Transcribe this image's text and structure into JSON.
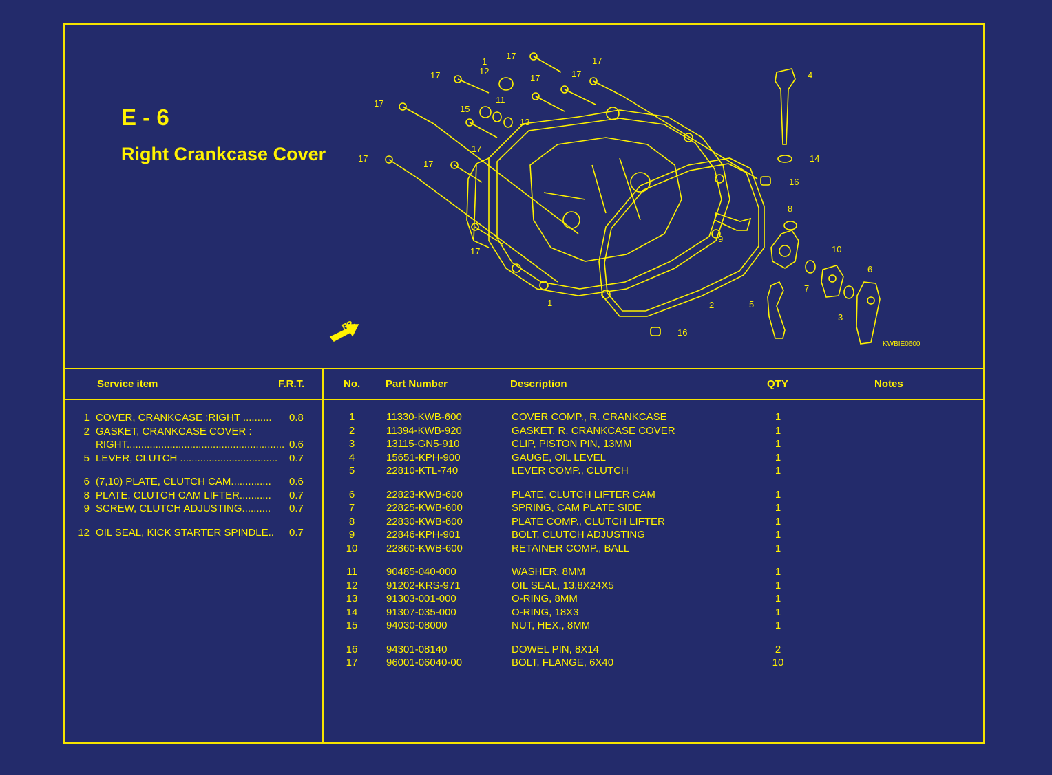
{
  "section": {
    "code": "E - 6",
    "title": "Right Crankcase Cover"
  },
  "diagram": {
    "ref_code": "KWBIE0600",
    "front_label": "FR.",
    "callouts": [
      "1",
      "2",
      "3",
      "4",
      "5",
      "6",
      "7",
      "8",
      "9",
      "10",
      "11",
      "12",
      "13",
      "14",
      "15",
      "16",
      "16",
      "17",
      "17",
      "17",
      "17",
      "17",
      "17",
      "17",
      "17",
      "17"
    ]
  },
  "service_table": {
    "headers": {
      "item": "Service item",
      "frt": "F.R.T."
    },
    "groups": [
      [
        {
          "no": "1",
          "text": "COVER, CRANKCASE :RIGHT ..........",
          "frt": "0.8"
        },
        {
          "no": "2",
          "text": "GASKET, CRANKCASE COVER :",
          "frt": ""
        },
        {
          "no": "",
          "text": "RIGHT.......................................................",
          "frt": "0.6"
        },
        {
          "no": "5",
          "text": "LEVER, CLUTCH ..................................",
          "frt": "0.7"
        }
      ],
      [
        {
          "no": "6",
          "text": "(7,10) PLATE, CLUTCH CAM..............",
          "frt": "0.6"
        },
        {
          "no": "8",
          "text": "PLATE, CLUTCH CAM LIFTER...........",
          "frt": "0.7"
        },
        {
          "no": "9",
          "text": "SCREW, CLUTCH ADJUSTING..........",
          "frt": "0.7"
        }
      ],
      [
        {
          "no": "12",
          "text": "OIL SEAL, KICK STARTER SPINDLE..",
          "frt": "0.7"
        }
      ]
    ]
  },
  "parts_table": {
    "headers": {
      "no": "No.",
      "part_number": "Part Number",
      "description": "Description",
      "qty": "QTY",
      "notes": "Notes"
    },
    "groups": [
      [
        {
          "no": "1",
          "pn": "11330-KWB-600",
          "desc": "COVER COMP., R. CRANKCASE",
          "qty": "1"
        },
        {
          "no": "2",
          "pn": "11394-KWB-920",
          "desc": "GASKET, R. CRANKCASE COVER",
          "qty": "1"
        },
        {
          "no": "3",
          "pn": "13115-GN5-910",
          "desc": "CLIP, PISTON PIN, 13MM",
          "qty": "1"
        },
        {
          "no": "4",
          "pn": "15651-KPH-900",
          "desc": "GAUGE, OIL LEVEL",
          "qty": "1"
        },
        {
          "no": "5",
          "pn": "22810-KTL-740",
          "desc": "LEVER COMP., CLUTCH",
          "qty": "1"
        }
      ],
      [
        {
          "no": "6",
          "pn": "22823-KWB-600",
          "desc": "PLATE, CLUTCH LIFTER CAM",
          "qty": "1"
        },
        {
          "no": "7",
          "pn": "22825-KWB-600",
          "desc": "SPRING, CAM PLATE SIDE",
          "qty": "1"
        },
        {
          "no": "8",
          "pn": "22830-KWB-600",
          "desc": "PLATE COMP., CLUTCH LIFTER",
          "qty": "1"
        },
        {
          "no": "9",
          "pn": "22846-KPH-901",
          "desc": "BOLT, CLUTCH ADJUSTING",
          "qty": "1"
        },
        {
          "no": "10",
          "pn": "22860-KWB-600",
          "desc": "RETAINER COMP., BALL",
          "qty": "1"
        }
      ],
      [
        {
          "no": "11",
          "pn": "90485-040-000",
          "desc": "WASHER, 8MM",
          "qty": "1"
        },
        {
          "no": "12",
          "pn": "91202-KRS-971",
          "desc": "OIL SEAL, 13.8X24X5",
          "qty": "1"
        },
        {
          "no": "13",
          "pn": "91303-001-000",
          "desc": "O-RING, 8MM",
          "qty": "1"
        },
        {
          "no": "14",
          "pn": "91307-035-000",
          "desc": "O-RING, 18X3",
          "qty": "1"
        },
        {
          "no": "15",
          "pn": "94030-08000",
          "desc": "NUT, HEX., 8MM",
          "qty": "1"
        }
      ],
      [
        {
          "no": "16",
          "pn": "94301-08140",
          "desc": "DOWEL PIN, 8X14",
          "qty": "2"
        },
        {
          "no": "17",
          "pn": "96001-06040-00",
          "desc": "BOLT, FLANGE, 6X40",
          "qty": "10"
        }
      ]
    ]
  },
  "colors": {
    "background": "#232b6b",
    "accent": "#fff200",
    "line": "#f5e400"
  }
}
